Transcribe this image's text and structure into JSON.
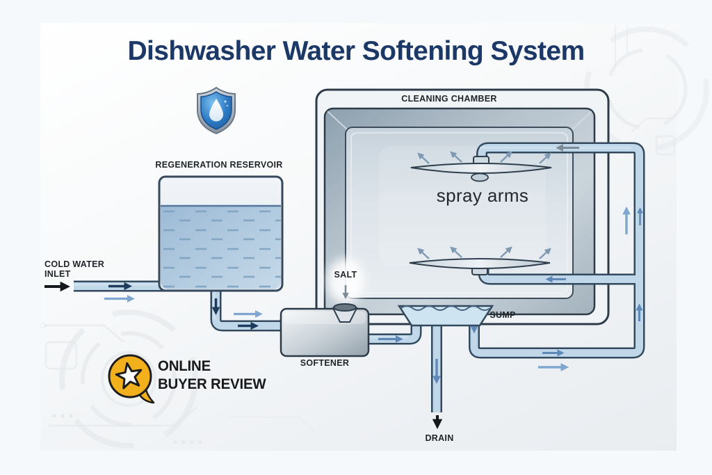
{
  "title": "Dishwasher Water Softening System",
  "labels": {
    "cleaning_chamber": "CLEANING CHAMBER",
    "regeneration_reservoir": "REGENERATION RESERVOIR",
    "cold_water_line1": "COLD WATER",
    "cold_water_line2": "INLET",
    "spray_arms": "spray arms",
    "salt": "SALT",
    "softener": "SOFTENER",
    "sump": "SUMP",
    "drain": "DRAIN"
  },
  "badge": {
    "line1": "ONLINE",
    "line2": "BUYER REVIEW"
  },
  "icons": {
    "shield": "shield-water-drop-icon",
    "badge": "star-speech-bubble-icon"
  },
  "colors": {
    "title_navy": "#1c3866",
    "pipe_outline": "#334a5e",
    "pipe_fill": "#bfd7e9",
    "water_blue": "#a9c6de",
    "arrow_dark": "#1e3a5c",
    "arrow_blue": "#5d88b8",
    "arrow_light": "#7fa6cf",
    "badge_yellow": "#f3b01d",
    "shield_blue": "#2f7cc7"
  }
}
